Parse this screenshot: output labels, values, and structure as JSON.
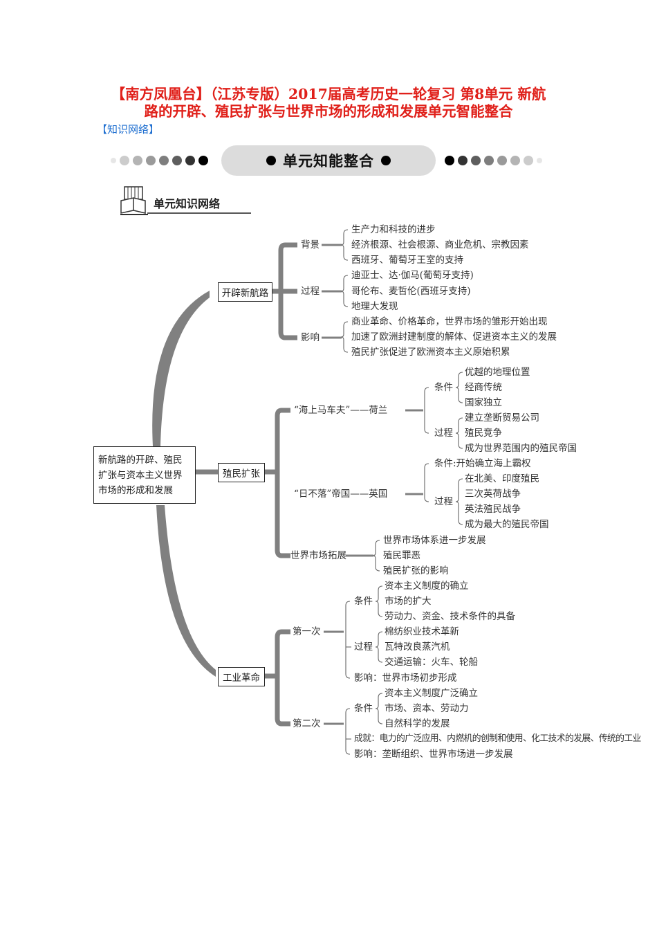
{
  "title": {
    "line1": "【南方凤凰台】（江苏专版）2017届高考历史一轮复习 第8单元 新航",
    "line2": "路的开辟、殖民扩张与世界市场的形成和发展单元智能整合"
  },
  "section_tag": "【知识网络】",
  "banner": "单元知能整合",
  "subheader": "单元知识网络",
  "colors": {
    "title": "#e0201a",
    "tag": "#1f6fd0",
    "bracket": "#808080"
  },
  "map": {
    "root": [
      "新航路的开辟、殖民",
      "扩张与资本主义世界",
      "市场的形成和发展"
    ],
    "b1": {
      "label": "开辟新航路",
      "bg": {
        "label": "背景",
        "items": [
          "生产力和科技的进步",
          "经济根源、社会根源、商业危机、宗教因素",
          "西班牙、葡萄牙王室的支持"
        ]
      },
      "proc": {
        "label": "过程",
        "items": [
          "迪亚士、达·伽马(葡萄牙支持)",
          "哥伦布、麦哲伦(西班牙支持)",
          "地理大发现"
        ]
      },
      "impact": {
        "label": "影响",
        "items": [
          "商业革命、价格革命，世界市场的雏形开始出现",
          "加速了欧洲封建制度的解体、促进资本主义的发展",
          "殖民扩张促进了欧洲资本主义原始积累"
        ]
      }
    },
    "b2": {
      "label": "殖民扩张",
      "nl": {
        "label": "“海上马车夫”——荷兰",
        "cond": "条件",
        "cond_items": [
          "优越的地理位置",
          "经商传统",
          "国家独立"
        ],
        "proc": "过程",
        "proc_items": [
          "建立垄断贸易公司",
          "殖民竞争",
          "成为世界范围内的殖民帝国"
        ]
      },
      "uk": {
        "label": "“日不落”帝国——英国",
        "cond": "条件:开始确立海上霸权",
        "proc": "过程",
        "proc_items": [
          "在北美、印度殖民",
          "三次英荷战争",
          "英法殖民战争",
          "成为最大的殖民帝国"
        ]
      },
      "wm": {
        "label": "世界市场拓展",
        "items": [
          "世界市场体系进一步发展",
          "殖民罪恶",
          "殖民扩张的影响"
        ]
      }
    },
    "b3": {
      "label": "工业革命",
      "first": {
        "label": "第一次",
        "cond": "条件",
        "cond_items": [
          "资本主义制度的确立",
          "市场的扩大",
          "劳动力、资金、技术条件的具备"
        ],
        "proc": "过程",
        "proc_items": [
          "棉纺织业技术革新",
          "瓦特改良蒸汽机",
          "交通运输：火车、轮船"
        ],
        "impact": "影响：世界市场初步形成"
      },
      "second": {
        "label": "第二次",
        "cond": "条件",
        "cond_items": [
          "资本主义制度广泛确立",
          "市场、资本、劳动力",
          "自然科学的发展"
        ],
        "achieve": "成就：电力的广泛应用、内燃机的创制和使用、化工技术的发展、传统的工业",
        "impact": "影响：垄断组织、世界市场进一步发展"
      }
    }
  }
}
